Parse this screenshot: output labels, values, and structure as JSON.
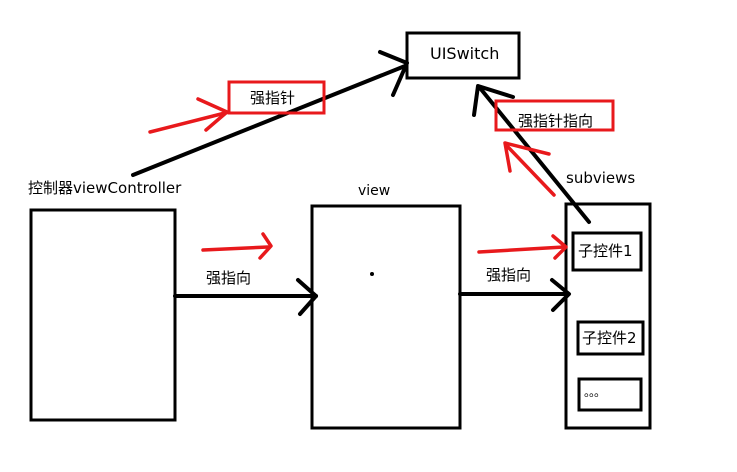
{
  "diagram": {
    "nodes": {
      "view_controller": {
        "label": "控制器viewController"
      },
      "view": {
        "label": "view"
      },
      "subviews": {
        "label": "subviews"
      },
      "uiswitch": {
        "label": "UISwitch"
      },
      "child_control_1": {
        "label": "子控件1"
      },
      "child_control_2": {
        "label": "子控件2"
      },
      "child_more": {
        "label": "。。。"
      }
    },
    "edges": {
      "controller_to_view": {
        "label": "强指向"
      },
      "view_to_subviews": {
        "label": "强指向"
      },
      "controller_to_uiswitch": {
        "label": "强指针"
      },
      "child1_to_uiswitch": {
        "label": "强指针指向"
      }
    },
    "colors": {
      "stroke": "#000000",
      "highlight": "#e8191c",
      "background": "#ffffff"
    }
  }
}
